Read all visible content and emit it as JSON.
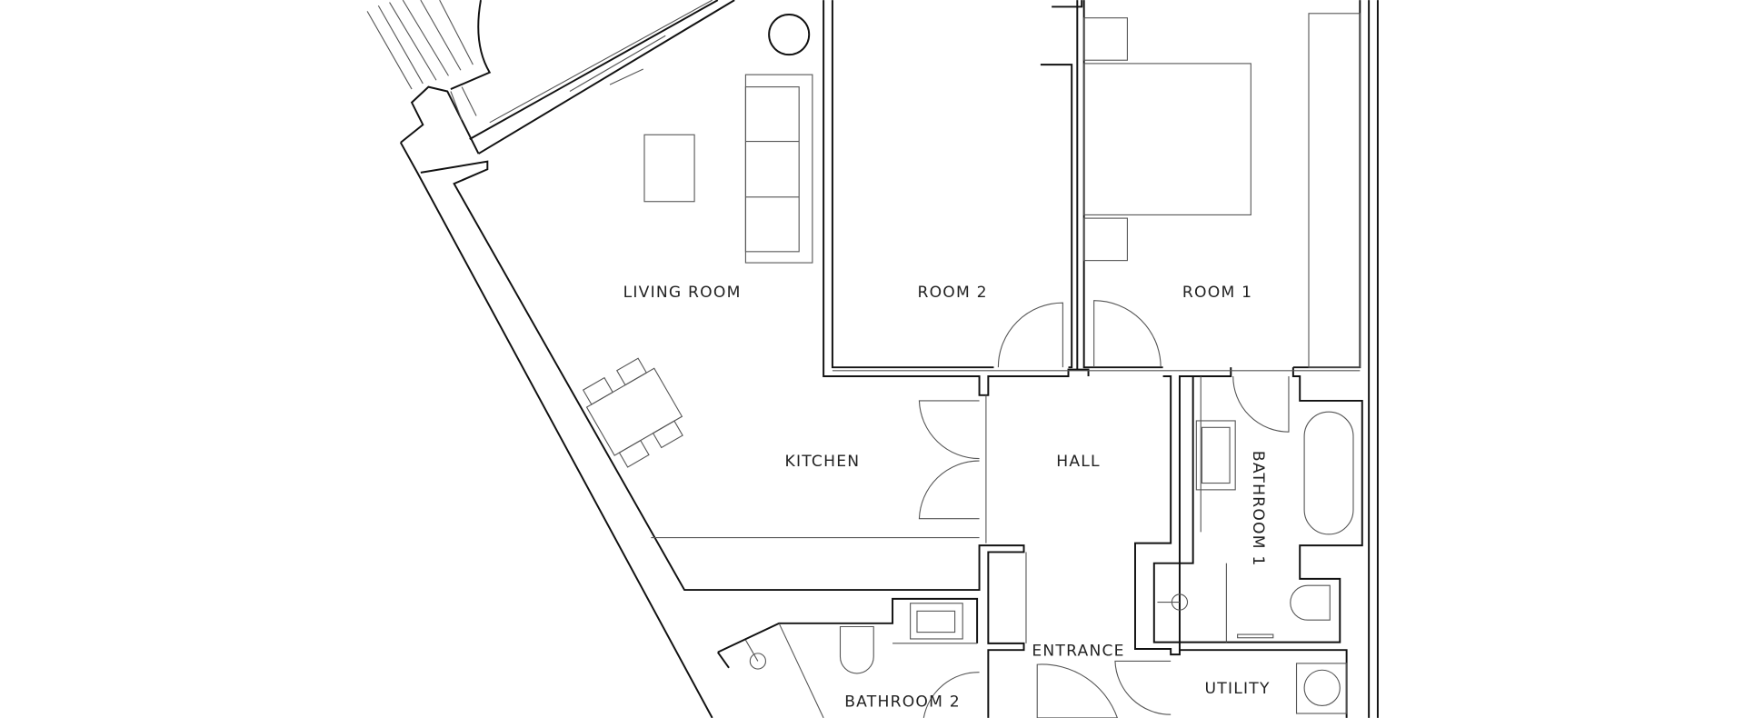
{
  "plan": {
    "rooms": {
      "living_room": "LIVING ROOM",
      "room2": "ROOM 2",
      "room1": "ROOM 1",
      "kitchen": "KITCHEN",
      "hall": "HALL",
      "bathroom1": "BATHROOM 1",
      "entrance": "ENTRANCE",
      "utility": "UTILITY",
      "bathroom2": "BATHROOM 2"
    },
    "line_color": "#111111"
  }
}
